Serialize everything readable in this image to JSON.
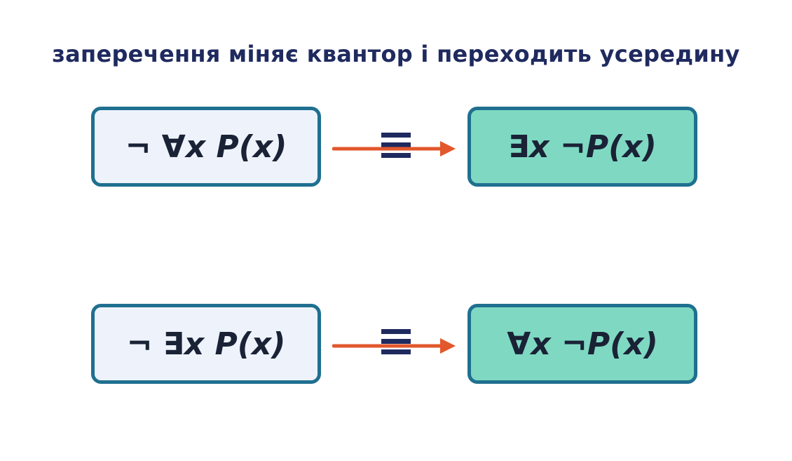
{
  "title": "заперечення міняє квантор і переходить усередину",
  "colors": {
    "title": "#1f2a5f",
    "box_border": "#1f7090",
    "left_box_fill": "#eef3fb",
    "right_box_fill": "#7fd9c2",
    "arrow": "#e2572b",
    "equiv_sign": "#1f2a5f",
    "formula_text": "#1a2236"
  },
  "rows": [
    {
      "left_formula": "¬ ∀x P(x)",
      "right_formula": "∃x ¬P(x)"
    },
    {
      "left_formula": "¬ ∃x P(x)",
      "right_formula": "∀x ¬P(x)"
    }
  ]
}
